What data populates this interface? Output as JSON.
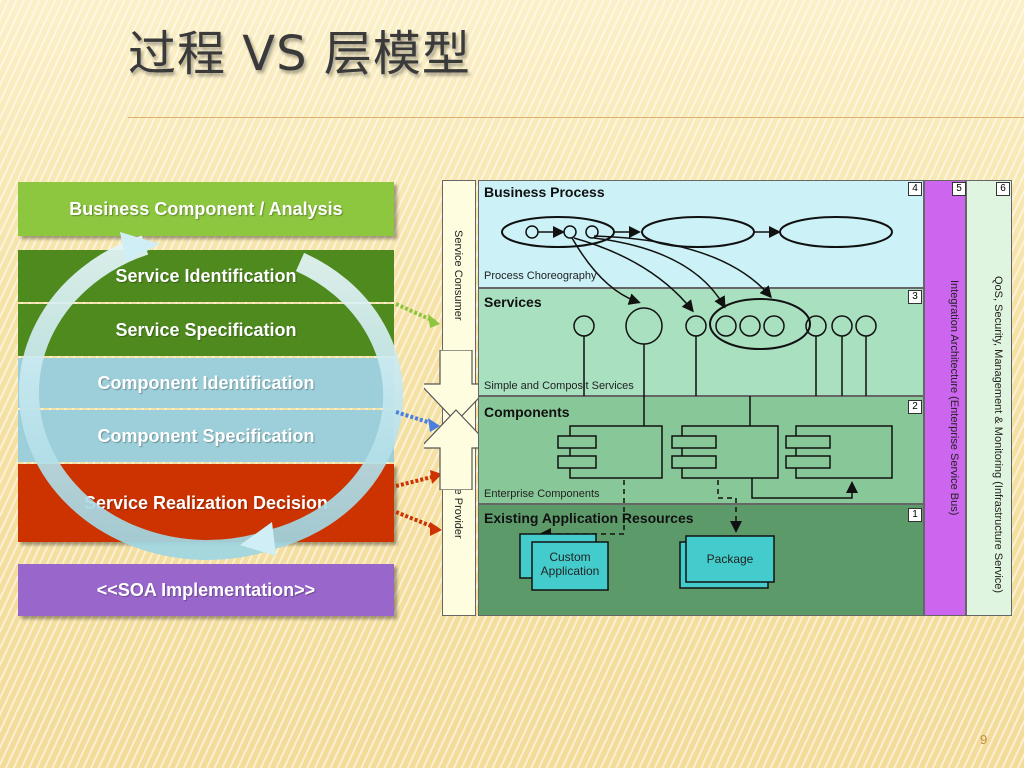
{
  "slide": {
    "title": "过程 VS 层模型",
    "page_number": "9"
  },
  "process": {
    "items": [
      "Business Component / Analysis",
      "Service Identification",
      "Service Specification",
      "Component Identification",
      "Component Specification",
      "Service Realization Decision",
      "<<SOA Implementation>>"
    ]
  },
  "layers": {
    "service_consumer": "Service Consumer",
    "service_provider": "Service Provider",
    "business_process": "Business Process",
    "business_process_num": "4",
    "process_choreography": "Process Choreography",
    "services": "Services",
    "services_num": "3",
    "simple_composite": "Simple and Composit Services",
    "components": "Components",
    "components_num": "2",
    "enterprise_components": "Enterprise Components",
    "existing_resources": "Existing Application Resources",
    "existing_num": "1",
    "integration": "Integration Architecture (Enterprise Service Bus)",
    "integration_num": "5",
    "qos": "QoS, Security, Management & Monitoring (Infrastructure Service)",
    "qos_num": "6",
    "custom_app": "Custom Application",
    "package": "Package"
  },
  "colors": {
    "green_light": "#8dc63f",
    "green_dark": "#4e8a1e",
    "blue_light": "#9ccfd9",
    "red": "#cc3300",
    "purple": "#9966cc",
    "bp_layer": "#ccf2f7",
    "services_layer": "#a8e0c0",
    "components_layer": "#88c898",
    "existing_layer": "#5c9a6a",
    "esb": "#cc66ee",
    "qos": "#dff5df"
  }
}
